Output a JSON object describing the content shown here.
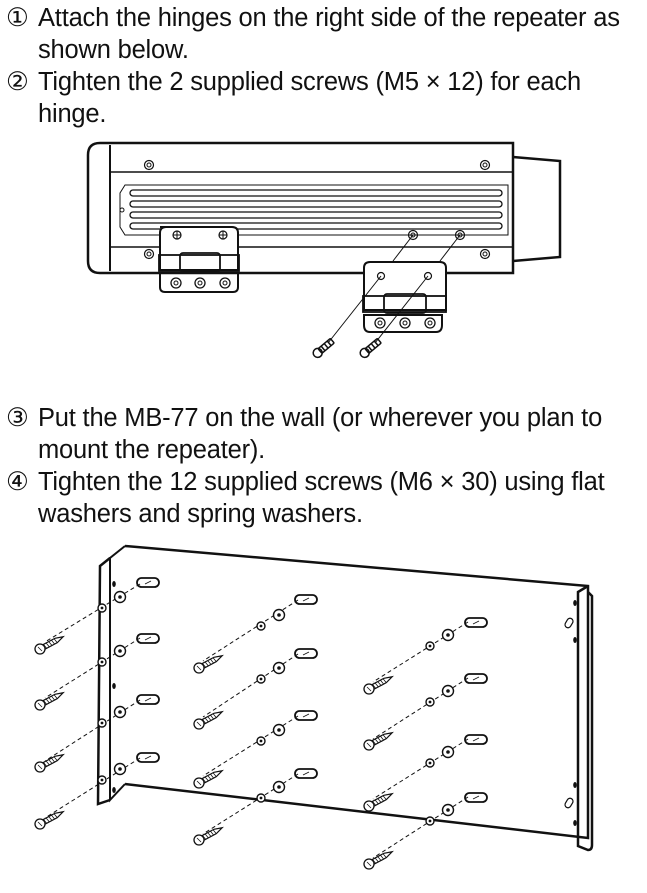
{
  "document": {
    "section_a": {
      "steps": [
        {
          "number": "①",
          "text": "Attach the hinges on the right side of the repeater as shown below."
        },
        {
          "number": "②",
          "text": "Tighten the 2 supplied screws (M5 × 12) for each hinge."
        }
      ],
      "figure": {
        "name": "repeater-side-view-with-hinges",
        "hinge_count": 2,
        "screw_count": 2
      }
    },
    "section_b": {
      "steps": [
        {
          "number": "③",
          "text": "Put the MB-77 on the wall (or wherever you plan to mount the repeater)."
        },
        {
          "number": "④",
          "text": "Tighten the 12 supplied screws (M6 × 30) using flat washers and spring washers."
        }
      ],
      "figure": {
        "name": "mb77-wall-bracket-exploded-view",
        "screw_count": 12
      }
    }
  }
}
